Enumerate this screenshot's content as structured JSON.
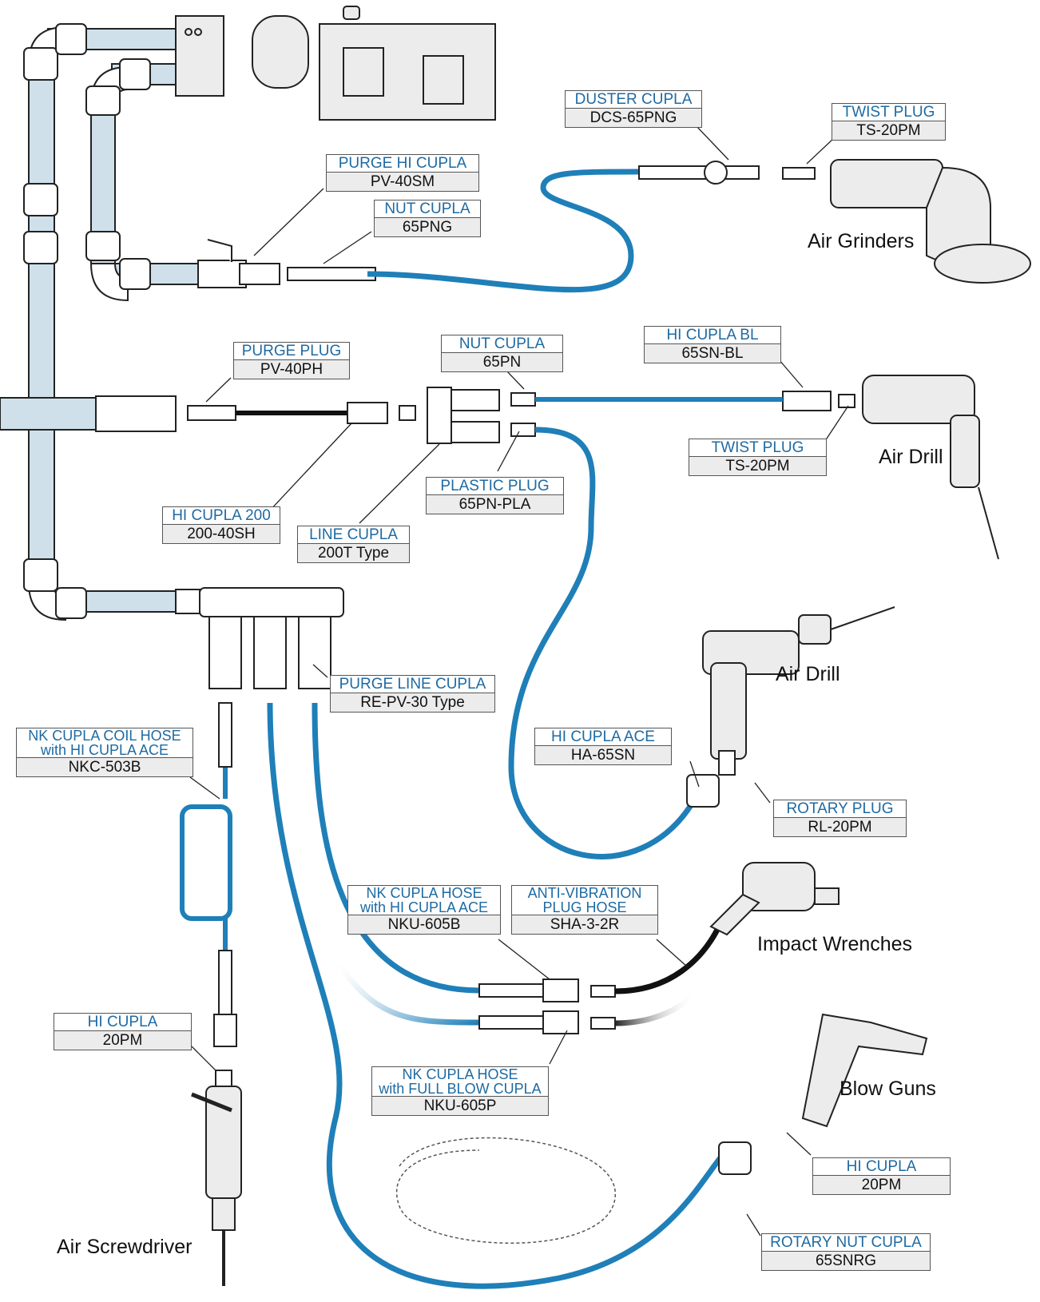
{
  "labels": [
    {
      "id": "duster-cupla",
      "title": [
        "DUSTER CUPLA"
      ],
      "model": "DCS-65PNG"
    },
    {
      "id": "twist-plug-top",
      "title": [
        "TWIST PLUG"
      ],
      "model": "TS-20PM"
    },
    {
      "id": "purge-hi-cupla",
      "title": [
        "PURGE HI CUPLA"
      ],
      "model": "PV-40SM"
    },
    {
      "id": "nut-cupla-top",
      "title": [
        "NUT CUPLA"
      ],
      "model": "65PNG"
    },
    {
      "id": "purge-plug",
      "title": [
        "PURGE PLUG"
      ],
      "model": "PV-40PH"
    },
    {
      "id": "nut-cupla-mid",
      "title": [
        "NUT CUPLA"
      ],
      "model": "65PN"
    },
    {
      "id": "hi-cupla-bl",
      "title": [
        "HI CUPLA BL"
      ],
      "model": "65SN-BL"
    },
    {
      "id": "twist-plug-mid",
      "title": [
        "TWIST PLUG"
      ],
      "model": "TS-20PM"
    },
    {
      "id": "plastic-plug",
      "title": [
        "PLASTIC PLUG"
      ],
      "model": "65PN-PLA"
    },
    {
      "id": "hi-cupla-200",
      "title": [
        "HI CUPLA 200"
      ],
      "model": "200-40SH"
    },
    {
      "id": "line-cupla",
      "title": [
        "LINE CUPLA"
      ],
      "model": "200T Type"
    },
    {
      "id": "purge-line-cupla",
      "title": [
        "PURGE LINE CUPLA"
      ],
      "model": "RE-PV-30 Type"
    },
    {
      "id": "nk-cupla-coil-hose",
      "title": [
        "NK CUPLA COIL HOSE",
        "with HI CUPLA ACE"
      ],
      "model": "NKC-503B"
    },
    {
      "id": "hi-cupla-ace",
      "title": [
        "HI CUPLA ACE"
      ],
      "model": "HA-65SN"
    },
    {
      "id": "rotary-plug",
      "title": [
        "ROTARY PLUG"
      ],
      "model": "RL-20PM"
    },
    {
      "id": "nk-cupla-hose-ace",
      "title": [
        "NK CUPLA HOSE",
        "with HI CUPLA ACE"
      ],
      "model": "NKU-605B"
    },
    {
      "id": "anti-vibration-plug-hose",
      "title": [
        "ANTI-VIBRATION",
        "PLUG HOSE"
      ],
      "model": "SHA-3-2R"
    },
    {
      "id": "hi-cupla-left",
      "title": [
        "HI CUPLA"
      ],
      "model": "20PM"
    },
    {
      "id": "nk-cupla-hose-full-blow",
      "title": [
        "NK CUPLA HOSE",
        "with FULL BLOW CUPLA"
      ],
      "model": "NKU-605P"
    },
    {
      "id": "hi-cupla-right",
      "title": [
        "HI CUPLA"
      ],
      "model": "20PM"
    },
    {
      "id": "rotary-nut-cupla",
      "title": [
        "ROTARY NUT CUPLA"
      ],
      "model": "65SNRG"
    }
  ],
  "tools": {
    "air_grinders": "Air Grinders",
    "air_drill_top": "Air Drill",
    "air_drill_mid": "Air Drill",
    "impact_wrenches": "Impact Wrenches",
    "blow_guns": "Blow Guns",
    "air_screwdriver": "Air Screwdriver"
  },
  "colors": {
    "label_text": "#1e6aa3",
    "hose": "#1f7fb8",
    "pipe": "#cfe0ea",
    "model_bg": "#ececec"
  }
}
